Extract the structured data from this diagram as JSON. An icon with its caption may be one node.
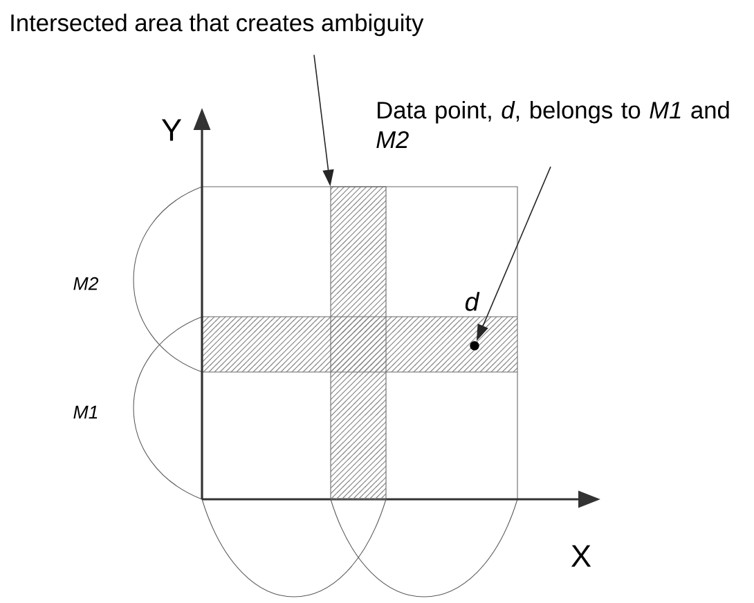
{
  "diagram": {
    "nodes": [
      {
        "text": [
          "Intersected area that creates ambiguity"
        ]
      },
      {
        "text": [],
        "shape": "box"
      },
      {
        "text": [
          "Data point, *d*, belongs to *M1* and *M2*"
        ]
      },
      {
        "text": [],
        "shape": "circle",
        "beside": [
          "d"
        ]
      }
    ],
    "edges": [
      {
        "from": 0,
        "to": 1,
        "arrow": "to"
      },
      {
        "from": 2,
        "to": 3,
        "arrow": "to"
      }
    ],
    "labels": [
      "Y",
      "M2",
      "M1",
      "X"
    ]
  }
}
